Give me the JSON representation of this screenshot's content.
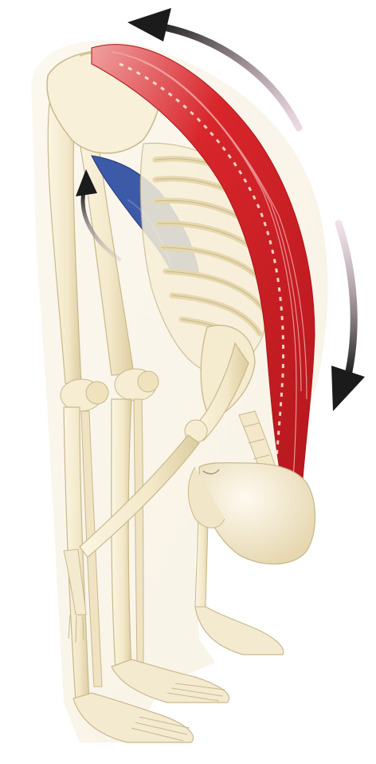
{
  "illustration": {
    "subject": "anatomy-forward-fold",
    "palette": {
      "background": "#ffffff",
      "bone": "#f5ecd2",
      "bone_shadow": "#d9caa0",
      "bone_outline": "#c8b98c",
      "muscle_red": "#d8262b",
      "muscle_red_dark": "#a9161c",
      "muscle_highlight": "#f3b1b1",
      "muscle_blue": "#3d5aa8",
      "muscle_blue_dark": "#25397a",
      "arrow_dark": "#1b1b1b",
      "arrow_fade": "#c9a0b8"
    },
    "icons": {
      "arc_top": "curved-arrow-left",
      "arc_right": "curved-arrow-down",
      "arc_small": "curved-arrow-up"
    }
  }
}
